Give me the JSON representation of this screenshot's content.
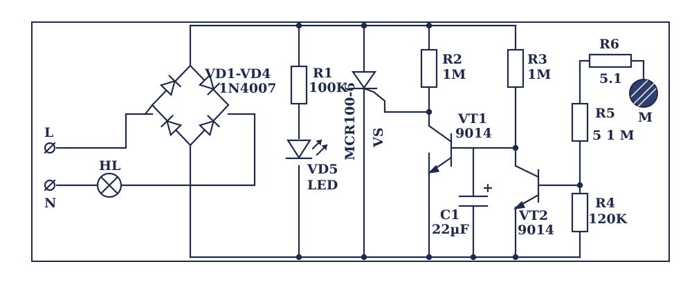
{
  "colors": {
    "ink": "#1f2a4a",
    "background": "#ffffff"
  },
  "labels": {
    "terminal_l": "L",
    "terminal_n": "N",
    "lamp_hl": "HL",
    "bridge_name": "VD1-VD4",
    "bridge_part": "1N4007",
    "r1_name": "R1",
    "r1_value": "100K",
    "led_name": "VD5",
    "led_type": "LED",
    "scr_part": "MCR100-6",
    "scr_name": "VS",
    "r2_name": "R2",
    "r2_value": "1M",
    "r3_name": "R3",
    "r3_value": "1M",
    "vt1_name": "VT1",
    "vt1_part": "9014",
    "c1_name": "C1",
    "c1_value": "22µF",
    "c1_plus": "+",
    "vt2_name": "VT2",
    "vt2_part": "9014",
    "r6_name": "R6",
    "r6_value": "5.1",
    "r5_name": "R5",
    "r5_value": "5 1 M",
    "r4_name": "R4",
    "r4_value": "120K",
    "sensor_m": "M"
  }
}
